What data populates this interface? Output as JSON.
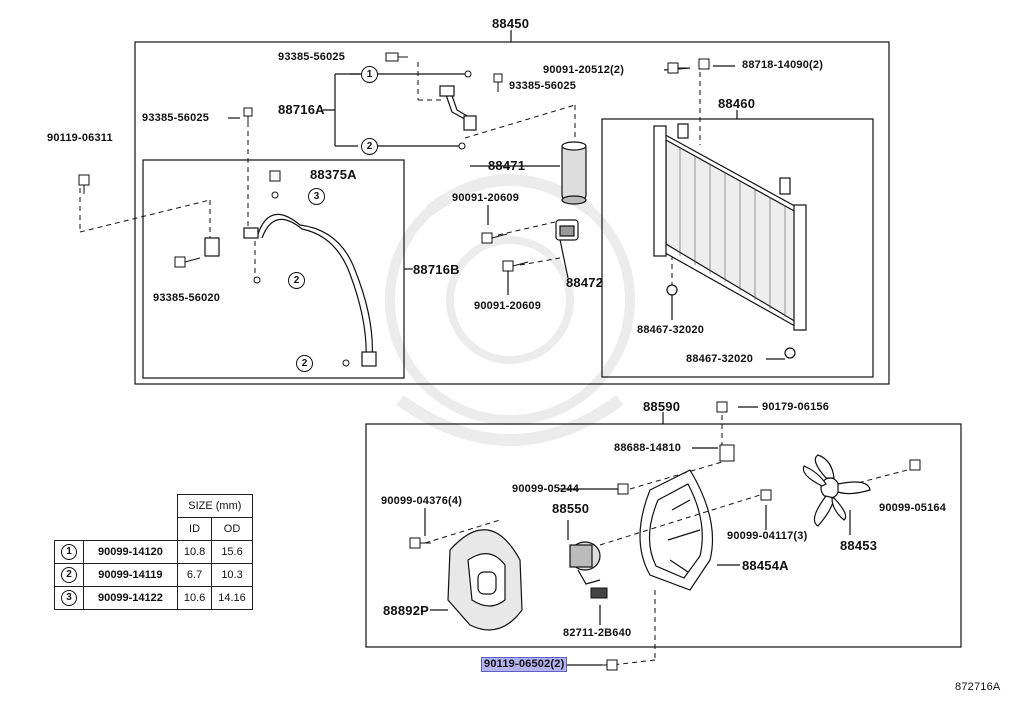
{
  "title_part": "88450",
  "parts": {
    "p93385_56025_top": "93385-56025",
    "p93385_56025_right": "93385-56025",
    "p93385_56025_left": "93385-56025",
    "p88716A": "88716A",
    "p90119_06311": "90119-06311",
    "p88375A": "88375A",
    "p88716B": "88716B",
    "p93385_56020": "93385-56020",
    "p88471": "88471",
    "p90091_20609_a": "90091-20609",
    "p90091_20609_b": "90091-20609",
    "p88472": "88472",
    "p90091_20512": "90091-20512(2)",
    "p88718_14090": "88718-14090(2)",
    "p88460": "88460",
    "p88467_a": "88467-32020",
    "p88467_b": "88467-32020",
    "p88590": "88590",
    "p90179_06156": "90179-06156",
    "p88688_14810": "88688-14810",
    "p90099_05244": "90099-05244",
    "p90099_04376": "90099-04376(4)",
    "p88550": "88550",
    "p90099_04117": "90099-04117(3)",
    "p90099_05164": "90099-05164",
    "p88453": "88453",
    "p88454A": "88454A",
    "p88892P": "88892P",
    "p82711_2B640": "82711-2B640",
    "p90119_06502": "90119-06502(2)"
  },
  "callouts": {
    "c1": "1",
    "c2": "2",
    "c3": "3"
  },
  "size_table": {
    "header": "SIZE (mm)",
    "col_id": "ID",
    "col_od": "OD",
    "rows": [
      {
        "ref": "1",
        "part": "90099-14120",
        "id": "10.8",
        "od": "15.6"
      },
      {
        "ref": "2",
        "part": "90099-14119",
        "id": "6.7",
        "od": "10.3"
      },
      {
        "ref": "3",
        "part": "90099-14122",
        "id": "10.6",
        "od": "14.16"
      }
    ]
  },
  "diagram_code": "872716A",
  "colors": {
    "highlight": "#b3b3f0",
    "line": "#111111"
  }
}
